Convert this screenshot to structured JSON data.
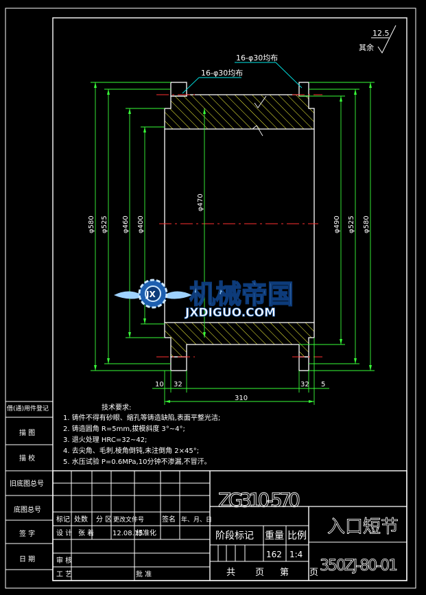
{
  "drawing": {
    "roughness_main": "12.5",
    "roughness_rest": "其余",
    "hole_note_right": "16-φ30均布",
    "hole_note_left": "16-φ30均布",
    "dims_left": [
      "φ580",
      "φ525",
      "φ460",
      "φ400"
    ],
    "dim_center": "φ470",
    "dims_right": [
      "φ490",
      "φ525",
      "φ580"
    ],
    "dim_bottom_10": "10",
    "dim_bottom_32_left": "32",
    "dim_bottom_32_right": "32",
    "dim_bottom_5": "5",
    "dim_bottom_310": "310"
  },
  "watermark": {
    "title": "机械帝国",
    "url": "JXDIGUO.COM",
    "logo_letters": "JX"
  },
  "tech_requirements": {
    "title": "技术要求:",
    "items": [
      "1. 铸件不得有砂眼、缩孔等铸造缺陷,表面平整光洁;",
      "2. 铸造圆角 R=5mm,拔模斜度 3°~4°;",
      "3. 退火处理 HRC=32~42;",
      "4. 去尖角、毛刺,棱角倒钝,未注倒角 2×45°;",
      "5. 水压试验 P=0.6MPa,10分钟不渗漏,不冒汗。"
    ]
  },
  "side_labels": [
    "借(通)用件登记",
    "描  图",
    "描  校",
    "旧底图总号",
    "底图总号",
    "签  字",
    "日  期"
  ],
  "title_block": {
    "material": "ZG310-570",
    "part_name": "入口短节",
    "drawing_number": "350ZJ-80-01",
    "stage_mark": "阶段标记",
    "weight_label": "重量",
    "scale_label": "比例",
    "weight": "162",
    "scale": "1:4",
    "sheet_total": "共",
    "sheet_page": "页",
    "sheet_no": "第",
    "sheet_page2": "页",
    "row_headers": [
      "标记",
      "处数",
      "分 区",
      "更改文件号",
      "签名",
      "年、月、日"
    ],
    "design_label": "设 计",
    "designer": "张 着",
    "design_date": "12.08.15",
    "standardize_label": "标准化",
    "review_label": "审 核",
    "process_label": "工 艺",
    "approve_label": "批 准"
  },
  "colors": {
    "background": "#000000",
    "outline": "#ffffff",
    "dimension": "#39ff39",
    "hatch": "#ffff3c",
    "centerline": "#ff3030",
    "leader": "#00e6e6"
  }
}
